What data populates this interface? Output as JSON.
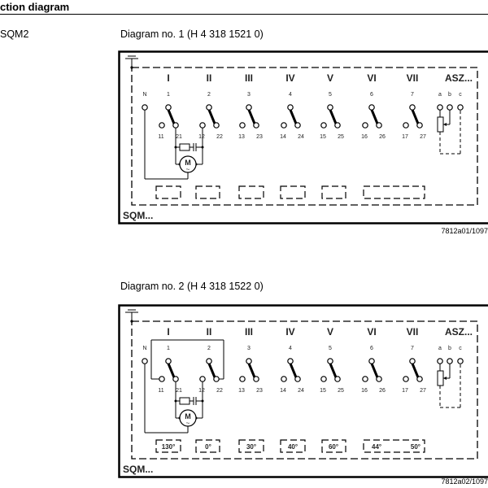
{
  "section_heading": "ction diagram",
  "model_label": "SQM2",
  "diagrams": [
    {
      "title": "Diagram no. 1 (H 4 318 1521 0)",
      "device_label": "SQM...",
      "module_label": "ASZ...",
      "neutral_label": "N",
      "switches": [
        {
          "roman": "I",
          "terminal": "1",
          "nc": "11",
          "no": "21"
        },
        {
          "roman": "II",
          "terminal": "2",
          "nc": "12",
          "no": "22"
        },
        {
          "roman": "III",
          "terminal": "3",
          "nc": "13",
          "no": "23"
        },
        {
          "roman": "IV",
          "terminal": "4",
          "nc": "14",
          "no": "24"
        },
        {
          "roman": "V",
          "terminal": "5",
          "nc": "15",
          "no": "25"
        },
        {
          "roman": "VI",
          "terminal": "6",
          "nc": "16",
          "no": "26"
        },
        {
          "roman": "VII",
          "terminal": "7",
          "nc": "17",
          "no": "27"
        }
      ],
      "pot_terminals": [
        "a",
        "b",
        "c"
      ],
      "motor_label": "M",
      "motor_symbol": "~",
      "cam_settings": [
        "",
        "",
        "",
        "",
        "",
        "",
        ""
      ],
      "bridge_11_22": false,
      "figure_code": "7812a01/1097"
    },
    {
      "title": "Diagram no. 2 (H 4 318 1522 0)",
      "device_label": "SQM...",
      "module_label": "ASZ...",
      "neutral_label": "N",
      "switches": [
        {
          "roman": "I",
          "terminal": "1",
          "nc": "11",
          "no": "21"
        },
        {
          "roman": "II",
          "terminal": "2",
          "nc": "12",
          "no": "22"
        },
        {
          "roman": "III",
          "terminal": "3",
          "nc": "13",
          "no": "23"
        },
        {
          "roman": "IV",
          "terminal": "4",
          "nc": "14",
          "no": "24"
        },
        {
          "roman": "V",
          "terminal": "5",
          "nc": "15",
          "no": "25"
        },
        {
          "roman": "VI",
          "terminal": "6",
          "nc": "16",
          "no": "26"
        },
        {
          "roman": "VII",
          "terminal": "7",
          "nc": "17",
          "no": "27"
        }
      ],
      "pot_terminals": [
        "a",
        "b",
        "c"
      ],
      "motor_label": "M",
      "motor_symbol": "~",
      "cam_settings": [
        "130°",
        "0°",
        "30°",
        "40°",
        "60°",
        "44°",
        "50°"
      ],
      "bridge_11_22": true,
      "figure_code": "7812a02/1097"
    }
  ]
}
